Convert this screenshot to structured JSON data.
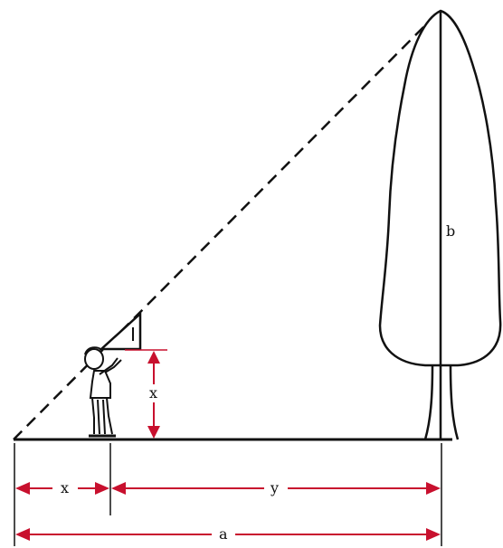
{
  "diagram": {
    "labels": {
      "tree_height": "b",
      "eye_height": "x",
      "person_to_origin": "x",
      "person_to_tree": "y",
      "total_distance": "a"
    },
    "colors": {
      "ink": "#111111",
      "dimension_red": "#c8102e",
      "background": "#ffffff"
    }
  }
}
